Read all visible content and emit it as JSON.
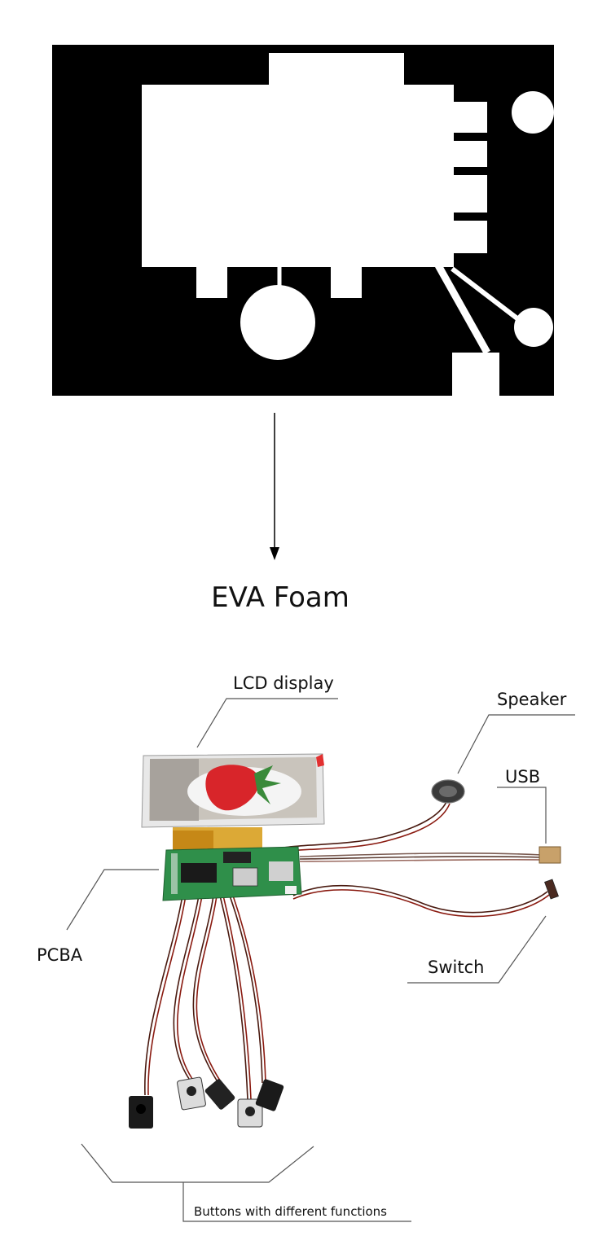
{
  "foam": {
    "caption": "EVA Foam"
  },
  "components": {
    "lcd_display": "LCD display",
    "speaker": "Speaker",
    "usb": "USB",
    "pcba": "PCBA",
    "switch": "Switch",
    "buttons": "Buttons with different functions"
  },
  "colors": {
    "foam_black": "#000000",
    "cutout": "#ffffff",
    "leader_line": "#444444",
    "wire": "#4a1a10",
    "pcb_green": "#2f8f4a",
    "tape_amber": "#d8a020"
  }
}
